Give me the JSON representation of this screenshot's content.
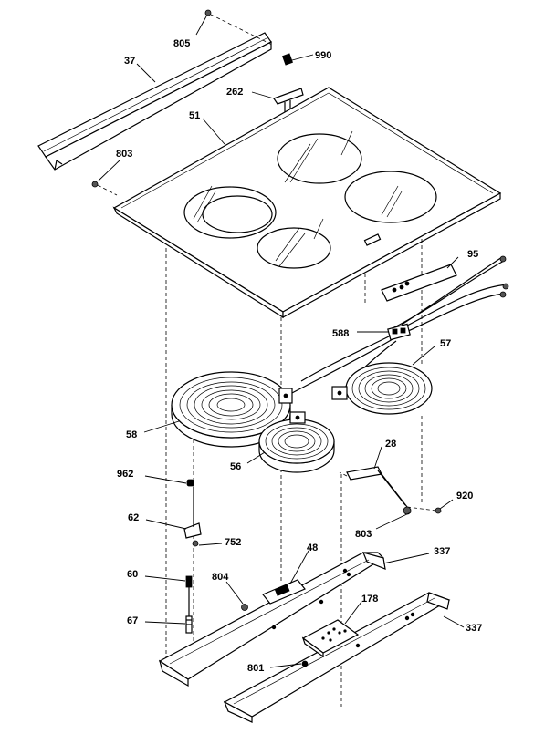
{
  "callouts": {
    "c805": "805",
    "c990": "990",
    "c37": "37",
    "c262": "262",
    "c51": "51",
    "c803a": "803",
    "c95": "95",
    "c588": "588",
    "c57": "57",
    "c58": "58",
    "c56": "56",
    "c28": "28",
    "c962": "962",
    "c920": "920",
    "c62": "62",
    "c803b": "803",
    "c752": "752",
    "c48": "48",
    "c337a": "337",
    "c60": "60",
    "c804": "804",
    "c178": "178",
    "c67": "67",
    "c337b": "337",
    "c801": "801"
  }
}
